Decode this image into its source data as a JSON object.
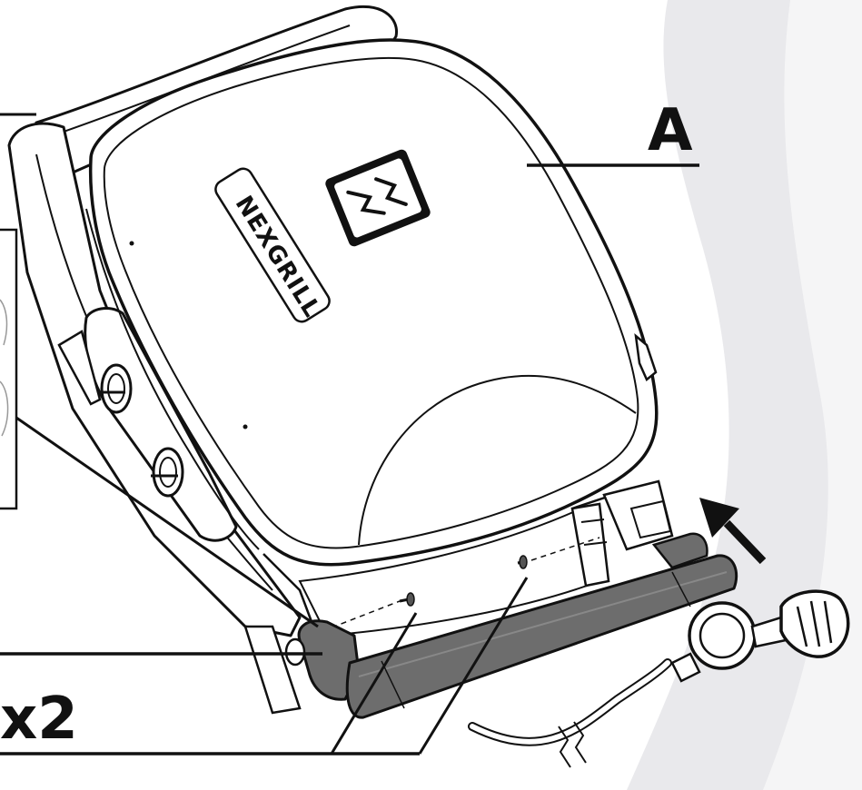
{
  "labels": {
    "part": "A",
    "quantity": "x2"
  },
  "logo": {
    "brand": "NEXGRILL"
  },
  "colors": {
    "outline": "#111111",
    "backdrop": "#e9e9ec",
    "handle_fill": "#6d6d6d",
    "grill_fill": "#ffffff"
  },
  "icons": {
    "direction": "arrow-up-left-icon"
  }
}
